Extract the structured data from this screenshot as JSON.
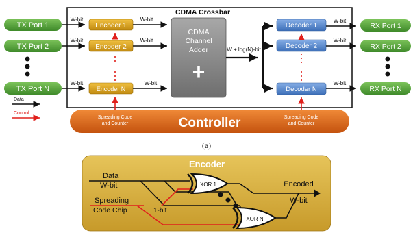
{
  "crossbar_title": "CDMA Crossbar",
  "tx_ports": [
    "TX Port 1",
    "TX Port 2",
    "TX Port N"
  ],
  "rx_ports": [
    "RX Port 1",
    "RX Port 2",
    "RX Port N"
  ],
  "encoders": [
    "Encoder 1",
    "Encoder 2",
    "Encoder N"
  ],
  "decoders": [
    "Decoder 1",
    "Decoder 2",
    "Decoder N"
  ],
  "bus_labels": {
    "w_bit": "W-bit",
    "adder_output": "W + log(N)-bit"
  },
  "adder": {
    "line1": "CDMA",
    "line2": "Channel",
    "line3": "Adder",
    "symbol": "+"
  },
  "controller": {
    "label": "Controller",
    "left_note_1": "Spreading Code",
    "left_note_2": "and Counter",
    "right_note_1": "Spreading Code",
    "right_note_2": "and Counter"
  },
  "legend": {
    "data": "Data",
    "control": "Control"
  },
  "caption": "(a)",
  "encoder_detail": {
    "title": "Encoder",
    "data_1": "Data",
    "data_2": "W-bit",
    "spreading_1": "Spreading",
    "spreading_2": "Code Chip",
    "one_bit": "1-bit",
    "xor_1": "XOR 1",
    "xor_n": "XOR N",
    "out_1": "Encoded",
    "out_2": "W-bit"
  },
  "colors": {
    "port_green": "#4e9a35",
    "encoder_gold": "#d8a020",
    "decoder_blue": "#5b87c9",
    "adder_gray": "#8a8a8a",
    "controller_orange": "#d8661a",
    "control_red": "#e0201c",
    "encoder_panel": "#d9b54a"
  }
}
